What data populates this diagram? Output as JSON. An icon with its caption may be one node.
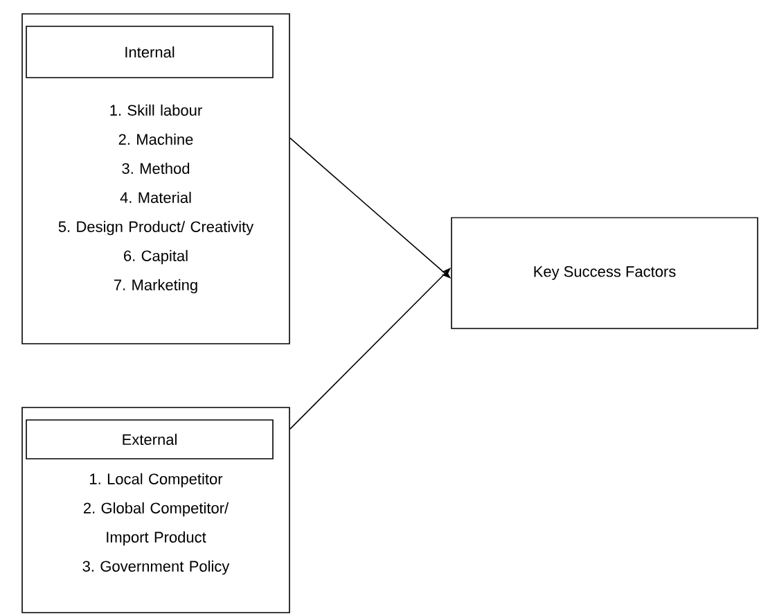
{
  "diagram": {
    "nodes": [
      {
        "text": [
          "1. Skill labour",
          "2. Machine",
          "3. Method",
          "4. Material",
          "5. Design Product/ Creativity",
          "6. Capital",
          "7. Marketing"
        ]
      },
      {
        "text": [
          "Internal"
        ],
        "in": 0
      },
      {
        "text": [
          "1. Local Competitor",
          "2. Global Competitor/ Import Product",
          "3. Government Policy"
        ]
      },
      {
        "text": [
          "External"
        ],
        "in": 2
      },
      {
        "text": [
          "Key Success Factors"
        ]
      }
    ],
    "edges": [
      {
        "from": 0,
        "to": 4,
        "arrow": "to"
      },
      {
        "from": 2,
        "to": 4,
        "arrow": "to"
      }
    ]
  }
}
